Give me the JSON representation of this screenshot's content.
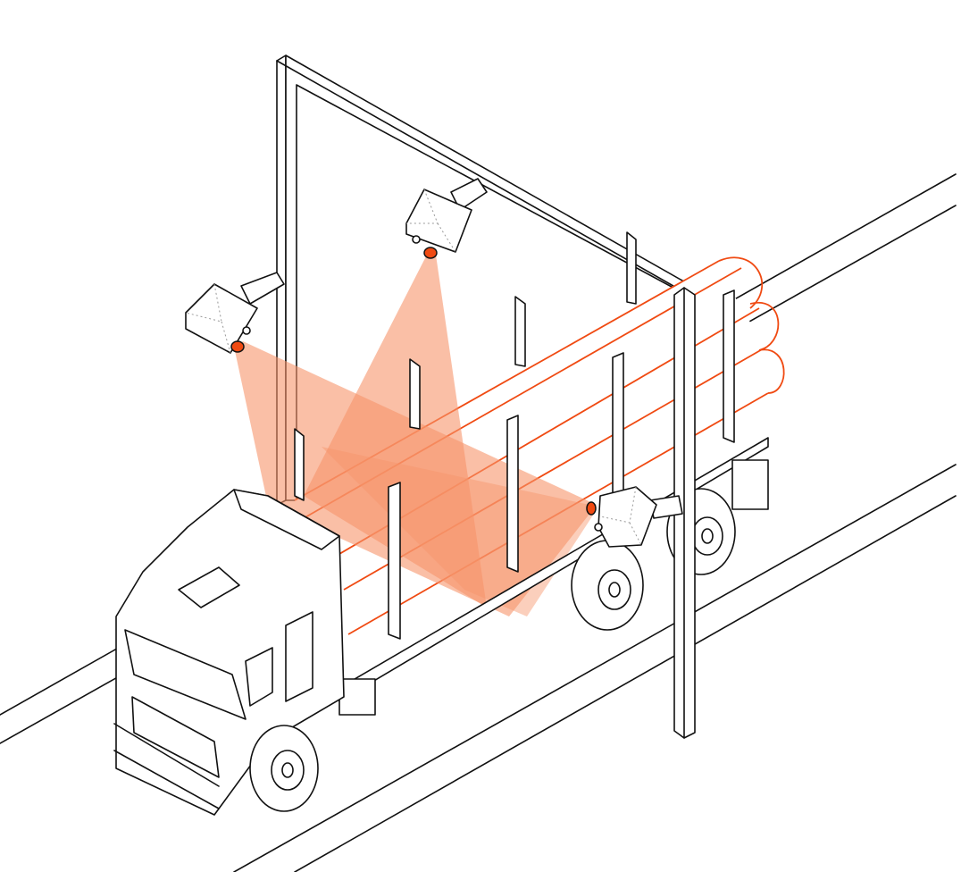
{
  "colors": {
    "beam": "#f7946b",
    "log_line": "#f04a12",
    "outline": "#111111"
  },
  "scene": {
    "cameras": 3,
    "icons": [
      "scanner-gate",
      "camera",
      "truck",
      "logs"
    ]
  }
}
